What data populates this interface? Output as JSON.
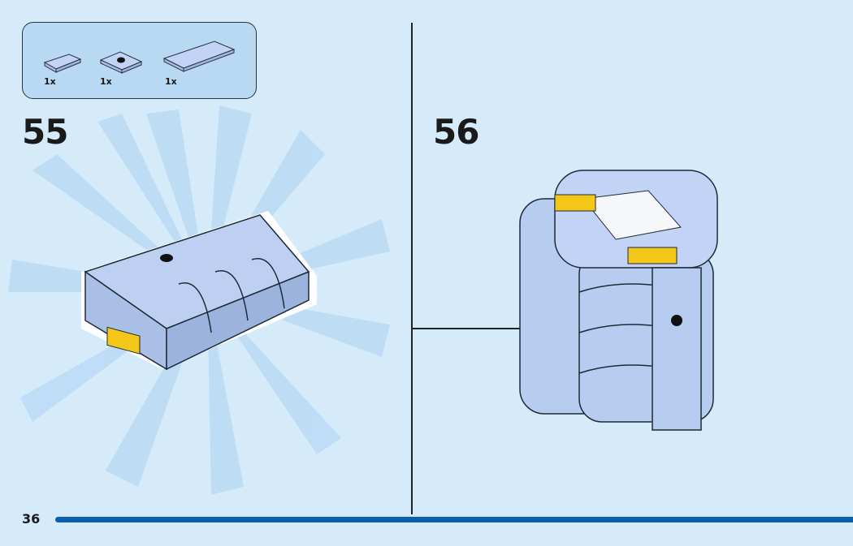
{
  "parts_list": {
    "items": [
      {
        "name": "tile-1x2",
        "qty": "1x"
      },
      {
        "name": "plate-2x2-one-stud",
        "qty": "1x"
      },
      {
        "name": "tile-2x4",
        "qty": "1x"
      }
    ]
  },
  "steps": [
    {
      "number": "55"
    },
    {
      "number": "56"
    }
  ],
  "footer": {
    "page_number": "36",
    "progress": 1.0
  },
  "colors": {
    "background": "#d5ebfa",
    "brick": "#b7cdf0",
    "accent": "#0d5fab",
    "yellow": "#f2c718"
  }
}
